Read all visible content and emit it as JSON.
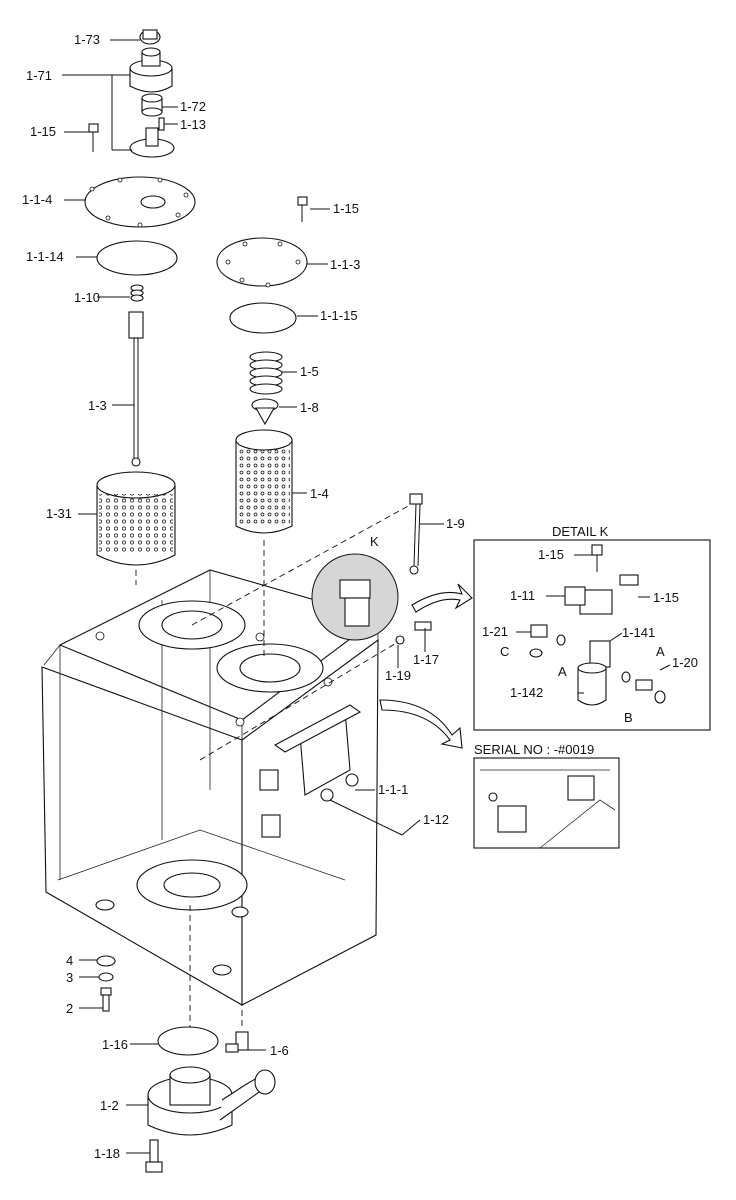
{
  "labels": {
    "l1_73": "1-73",
    "l1_71": "1-71",
    "l1_72": "1-72",
    "l1_13": "1-13",
    "l1_15a": "1-15",
    "l1_1_4": "1-1-4",
    "l1_15b": "1-15",
    "l1_1_14": "1-1-14",
    "l1_1_3": "1-1-3",
    "l1_10": "1-10",
    "l1_1_15": "1-1-15",
    "l1_5": "1-5",
    "l1_3": "1-3",
    "l1_8": "1-8",
    "l1_4": "1-4",
    "l1_31": "1-31",
    "l1_9": "1-9",
    "lK": "K",
    "l1_19": "1-19",
    "l1_17": "1-17",
    "l1_1_1": "1-1-1",
    "l1_12": "1-12",
    "l4": "4",
    "l3": "3",
    "l2": "2",
    "l1_16": "1-16",
    "l1_6": "1-6",
    "l1_2": "1-2",
    "l1_18": "1-18"
  },
  "detail_k": {
    "title": "DETAIL  K",
    "l1_15a": "1-15",
    "l1_11": "1-11",
    "l1_15b": "1-15",
    "l1_21": "1-21",
    "l1_141": "1-141",
    "lC": "C",
    "lA1": "A",
    "lA2": "A",
    "l1_20": "1-20",
    "l1_142": "1-142",
    "lB": "B"
  },
  "serial": {
    "label": "SERIAL NO : -#0019"
  }
}
